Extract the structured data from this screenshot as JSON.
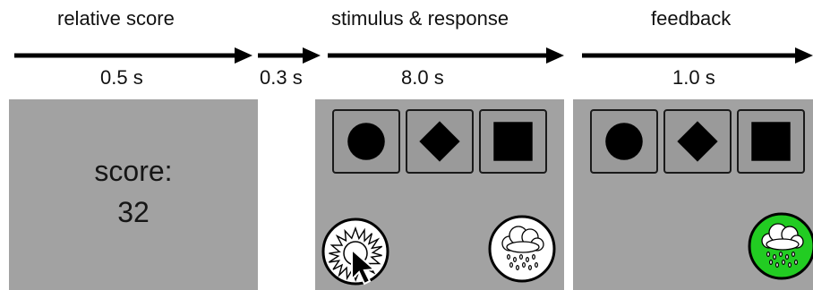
{
  "phases": [
    {
      "title": "relative score",
      "duration": "0.5 s"
    },
    {
      "title": "",
      "duration": "0.3 s"
    },
    {
      "title": "stimulus & response",
      "duration": "8.0 s"
    },
    {
      "title": "feedback",
      "duration": "1.0 s"
    }
  ],
  "score_screen": {
    "label": "score:",
    "value": "32"
  },
  "stimulus_cards": [
    "circle-icon",
    "diamond-icon",
    "square-icon"
  ],
  "response_options": [
    "sun-icon",
    "rain-cloud-icon"
  ],
  "feedback": {
    "outcome_icon": "rain-cloud-icon",
    "highlight_color": "#22cc22"
  },
  "colors": {
    "screen_gray": "#a2a2a2",
    "card_gray": "#9a9a9a",
    "feedback_green": "#22cc22"
  }
}
